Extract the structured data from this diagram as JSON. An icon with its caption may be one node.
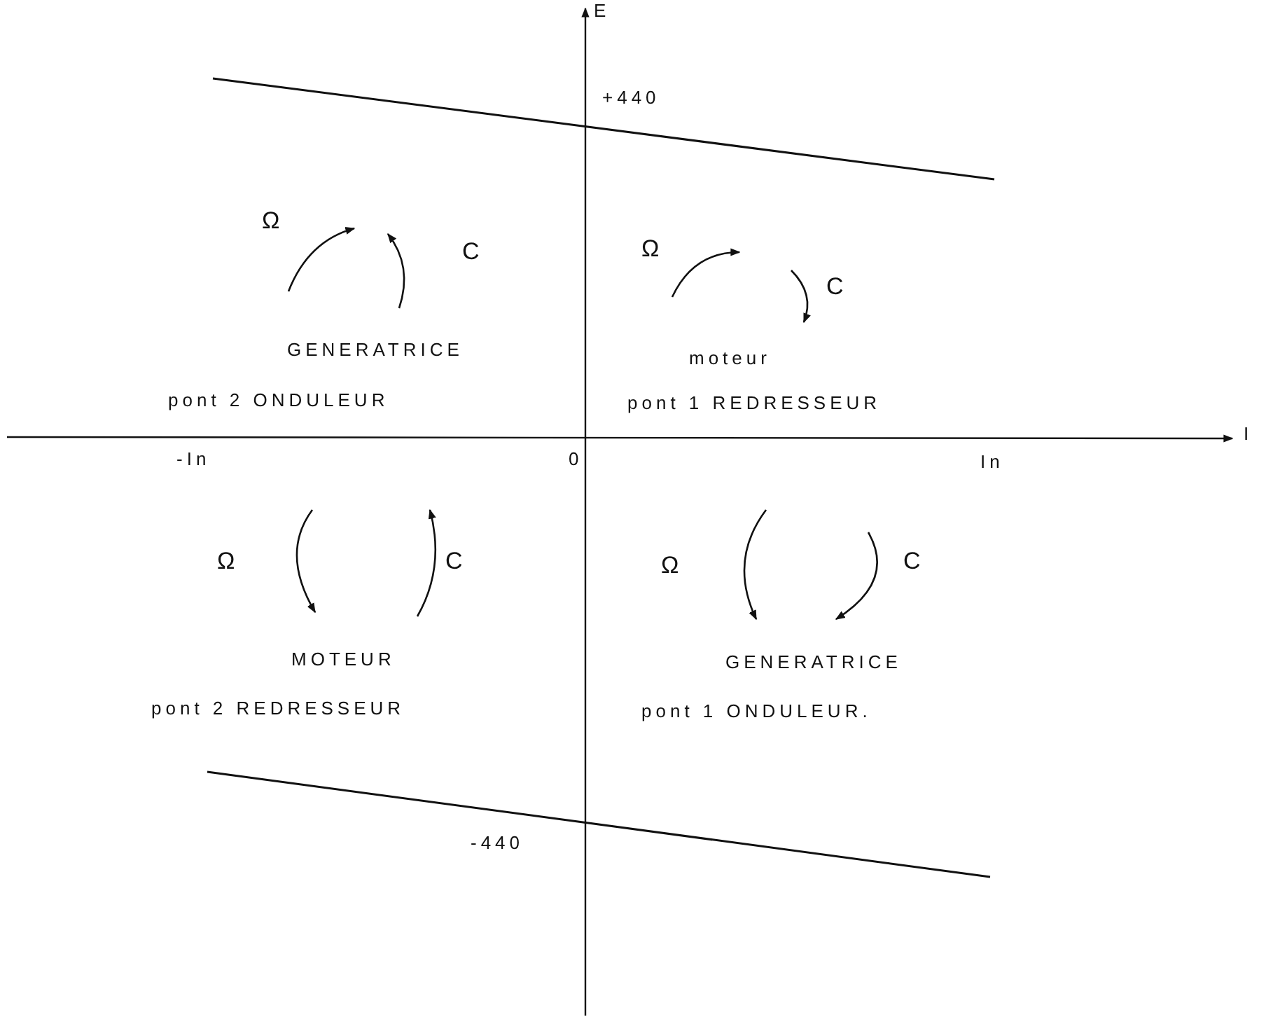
{
  "diagram": {
    "labels": [
      "E",
      "+440",
      "Ω",
      "C",
      "Ω",
      "C",
      "GENERATRICE",
      "moteur",
      "pont 2 ONDULEUR",
      "pont 1 REDRESSEUR",
      "I",
      "-In",
      "0",
      "In",
      "Ω",
      "C",
      "Ω",
      "C",
      "MOTEUR",
      "GENERATRICE",
      "pont 2 REDRESSEUR",
      "pont 1 ONDULEUR.",
      "-440"
    ]
  }
}
